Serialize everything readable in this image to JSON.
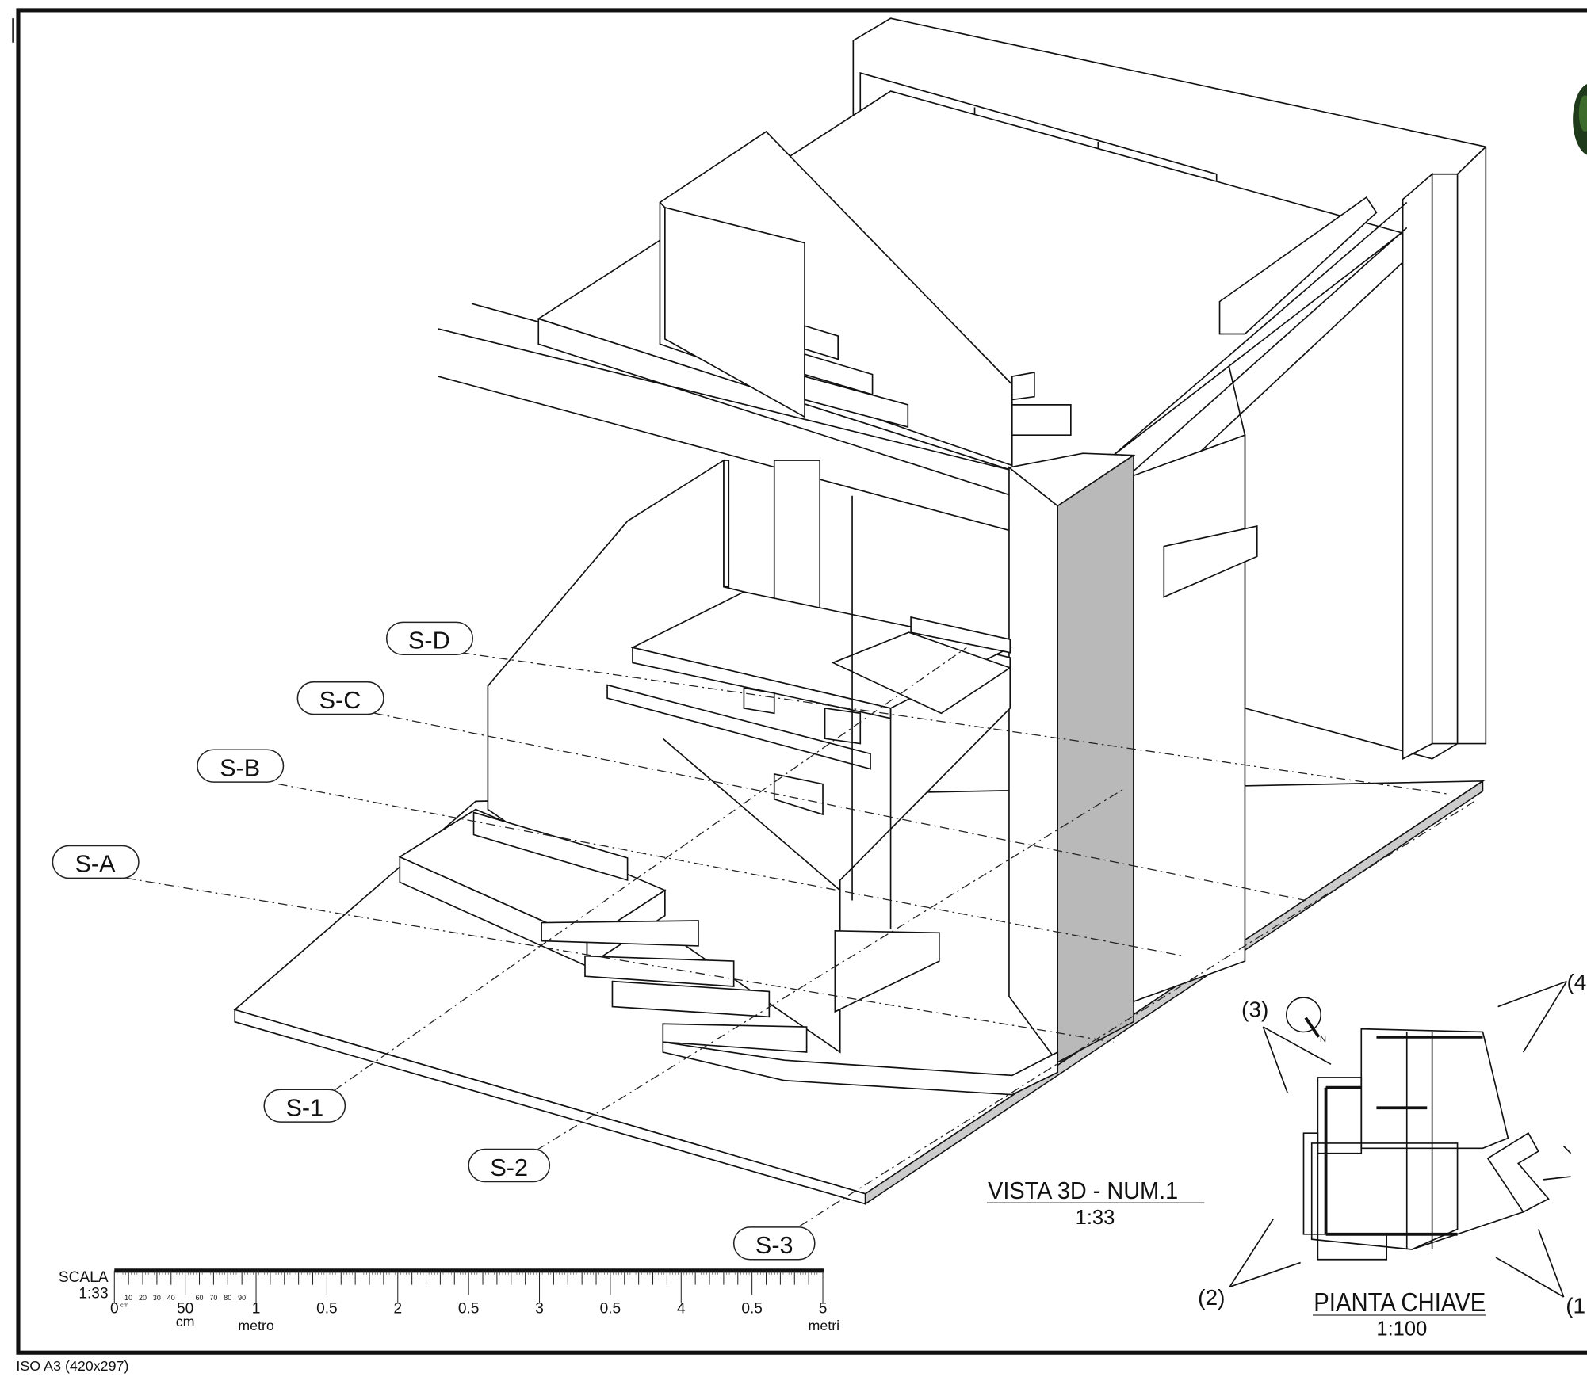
{
  "sheet": {
    "format_label": "ISO A3 (420x297)"
  },
  "sections": [
    {
      "label": "S-D"
    },
    {
      "label": "S-C"
    },
    {
      "label": "S-B"
    },
    {
      "label": "S-A"
    },
    {
      "label": "S-1"
    },
    {
      "label": "S-2"
    },
    {
      "label": "S-3"
    }
  ],
  "view": {
    "title": "VISTA 3D - NUM.1",
    "scale": "1:33"
  },
  "key_plan": {
    "title": "PIANTA CHIAVE",
    "scale": "1:100",
    "north_label": "N",
    "callouts": [
      "(1",
      "(2)",
      "(3)",
      "(4"
    ]
  },
  "scale_bar": {
    "title": "SCALA",
    "ratio": "1:33",
    "cm_unit": "cm",
    "cm_labels": [
      "10",
      "20",
      "30",
      "40",
      "60",
      "70",
      "80",
      "90"
    ],
    "half_label": "50",
    "half_unit": "cm",
    "major_labels": [
      "0",
      "1",
      "0.5",
      "2",
      "0.5",
      "3",
      "0.5",
      "4",
      "0.5",
      "5"
    ],
    "unit_one": "metro",
    "unit_end": "metri"
  },
  "colors": {
    "shaded_face": "#b9b9b9",
    "tree": "#1f3a1a"
  }
}
